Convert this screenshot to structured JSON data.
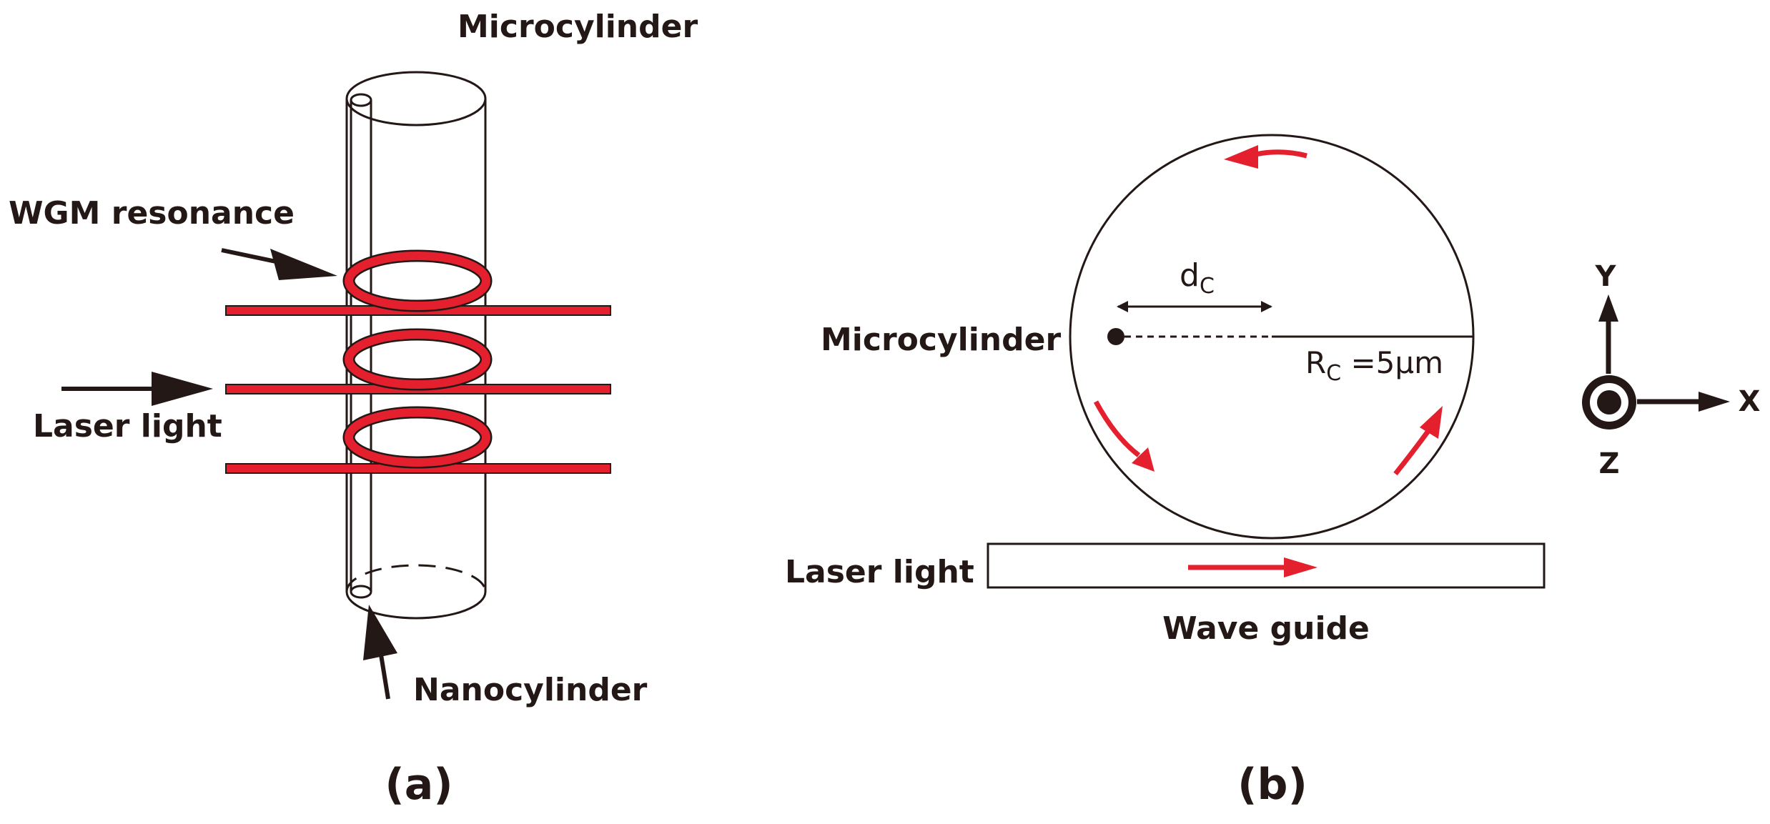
{
  "panel_a": {
    "caption": "(a)",
    "labels": {
      "microcylinder": "Microcylinder",
      "wgm_resonance": "WGM resonance",
      "laser_light": "Laser light",
      "nanocylinder": "Nanocylinder"
    }
  },
  "panel_b": {
    "caption": "(b)",
    "labels": {
      "microcylinder": "Microcylinder",
      "laser_light": "Laser light",
      "wave_guide": "Wave guide",
      "distance_main": "d",
      "distance_sub": "C",
      "radius_main": "R",
      "radius_sub": "C",
      "radius_value": " =5μm"
    },
    "axes": {
      "y": "Y",
      "x": "X",
      "z": "Z"
    }
  },
  "colors": {
    "red": "#e5202e",
    "ink": "#231815"
  },
  "icons": [
    "arrow-icon",
    "out-of-plane-axis-icon"
  ]
}
